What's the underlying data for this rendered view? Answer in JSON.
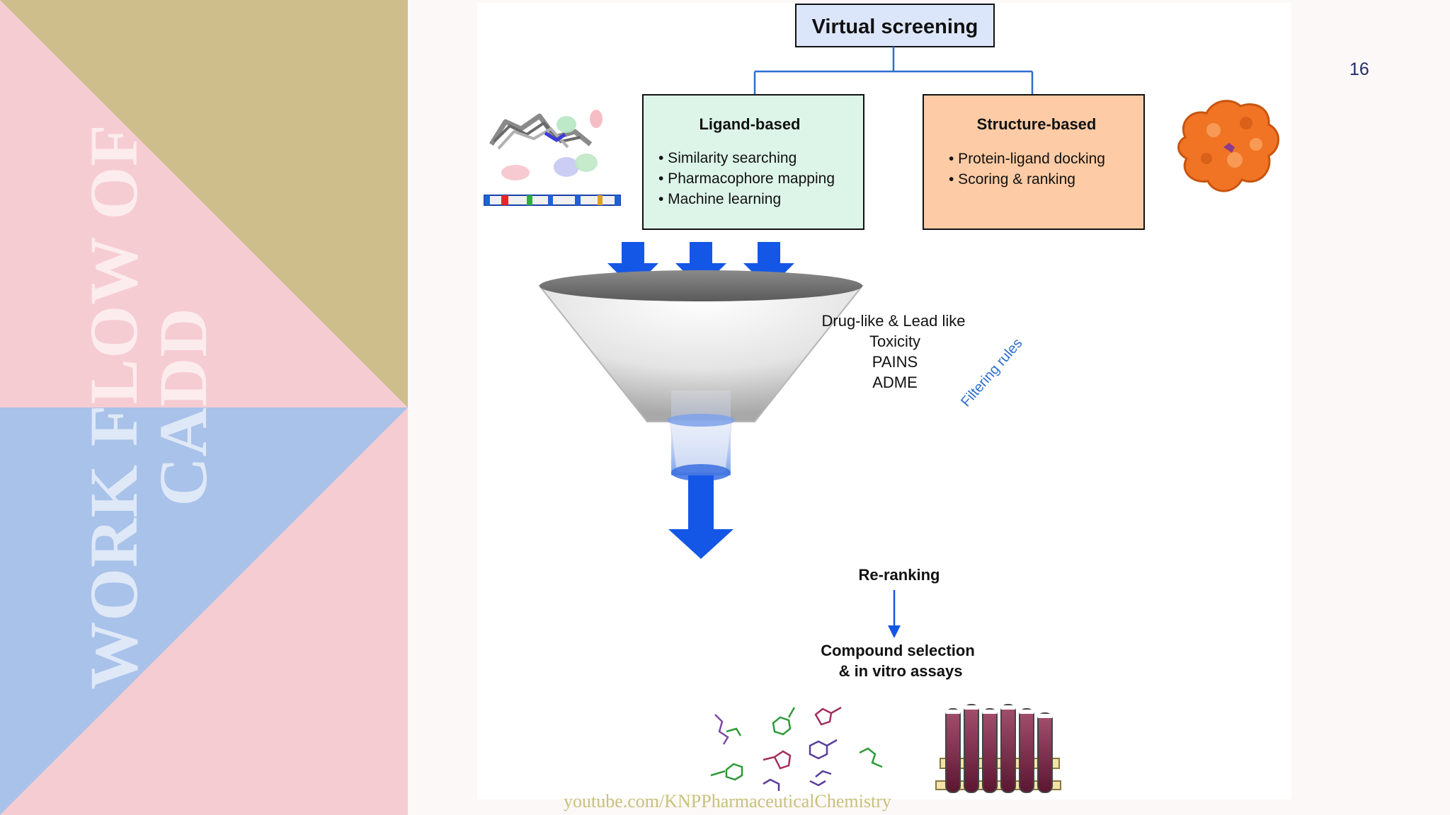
{
  "slide": {
    "title_line1": "WORK FLOW OF",
    "title_line2": "CADD",
    "page_number": "16",
    "source_credit": "youtube.com/KNPPharmaceuticalChemistry"
  },
  "diagram": {
    "top_box": "Virtual screening",
    "ligand_box": {
      "title": "Ligand-based",
      "items": [
        "• Similarity searching",
        "• Pharmacophore mapping",
        "• Machine learning"
      ]
    },
    "structure_box": {
      "title": "Structure-based",
      "items": [
        "• Protein-ligand docking",
        "• Scoring & ranking"
      ]
    },
    "funnel_items": [
      "Drug-like & Lead like",
      "Toxicity",
      "PAINS",
      "ADME"
    ],
    "funnel_side_label": "Filtering rules",
    "reranking_label": "Re-ranking",
    "compound_selection_line1": "Compound selection",
    "compound_selection_line2": "& in vitro assays"
  },
  "colors": {
    "ligand_box_fill": "#ddf5e8",
    "structure_box_fill": "#fdcba5",
    "top_box_fill": "#dce6fb",
    "connector_blue": "#2e6fd1",
    "arrow_blue": "#1457e6",
    "left_gold": "#cdbe8b",
    "left_pink": "#f6ccd3",
    "left_blue": "#a9c2ea"
  }
}
